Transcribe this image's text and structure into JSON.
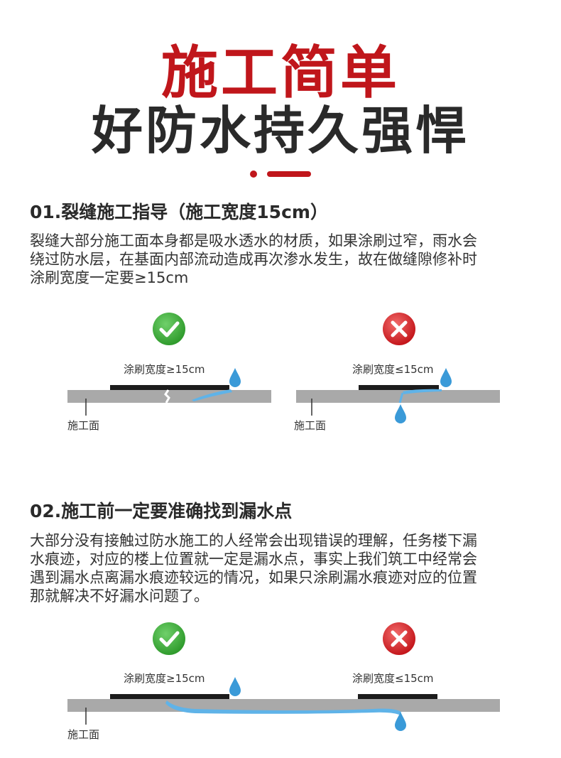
{
  "header": {
    "title_main": "施工简单",
    "title_sub": "好防水持久强悍"
  },
  "section1": {
    "title": "01.裂缝施工指导（施工宽度15cm）",
    "paragraph_lines": [
      "裂缝大部分施工面本身都是吸水透水的材质，如果涂刷过窄，雨水会",
      "绕过防水层，在基面内部流动造成再次渗水发生，故在做缝隙修补时",
      "涂刷宽度一定要≥15cm"
    ],
    "left_diagram": {
      "status_icon": "check-icon",
      "width_label": "涂刷宽度≥15cm",
      "surface_label": "施工面"
    },
    "right_diagram": {
      "status_icon": "cross-icon",
      "width_label": "涂刷宽度≤15cm",
      "surface_label": "施工面"
    }
  },
  "section2": {
    "title": "02.施工前一定要准确找到漏水点",
    "paragraph_lines": [
      "大部分没有接触过防水施工的人经常会出现错误的理解，任务楼下漏",
      "水痕迹，对应的楼上位置就一定是漏水点，事实上我们筑工中经常会",
      "遇到漏水点离漏水痕迹较远的情况，如果只涂刷漏水痕迹对应的位置",
      "那就解决不好漏水问题了。"
    ],
    "left_diagram": {
      "status_icon": "check-icon",
      "width_label": "涂刷宽度≥15cm",
      "surface_label": "施工面"
    },
    "right_diagram": {
      "status_icon": "cross-icon",
      "width_label": "涂刷宽度≤15cm"
    }
  },
  "colors": {
    "accent_red": "#c0161b",
    "check_green": "#3aa935",
    "cross_red": "#d8262b",
    "surface_gray": "#a9a9a9",
    "coating_black": "#1c1c1c",
    "water_blue": "#3a9ad8"
  }
}
